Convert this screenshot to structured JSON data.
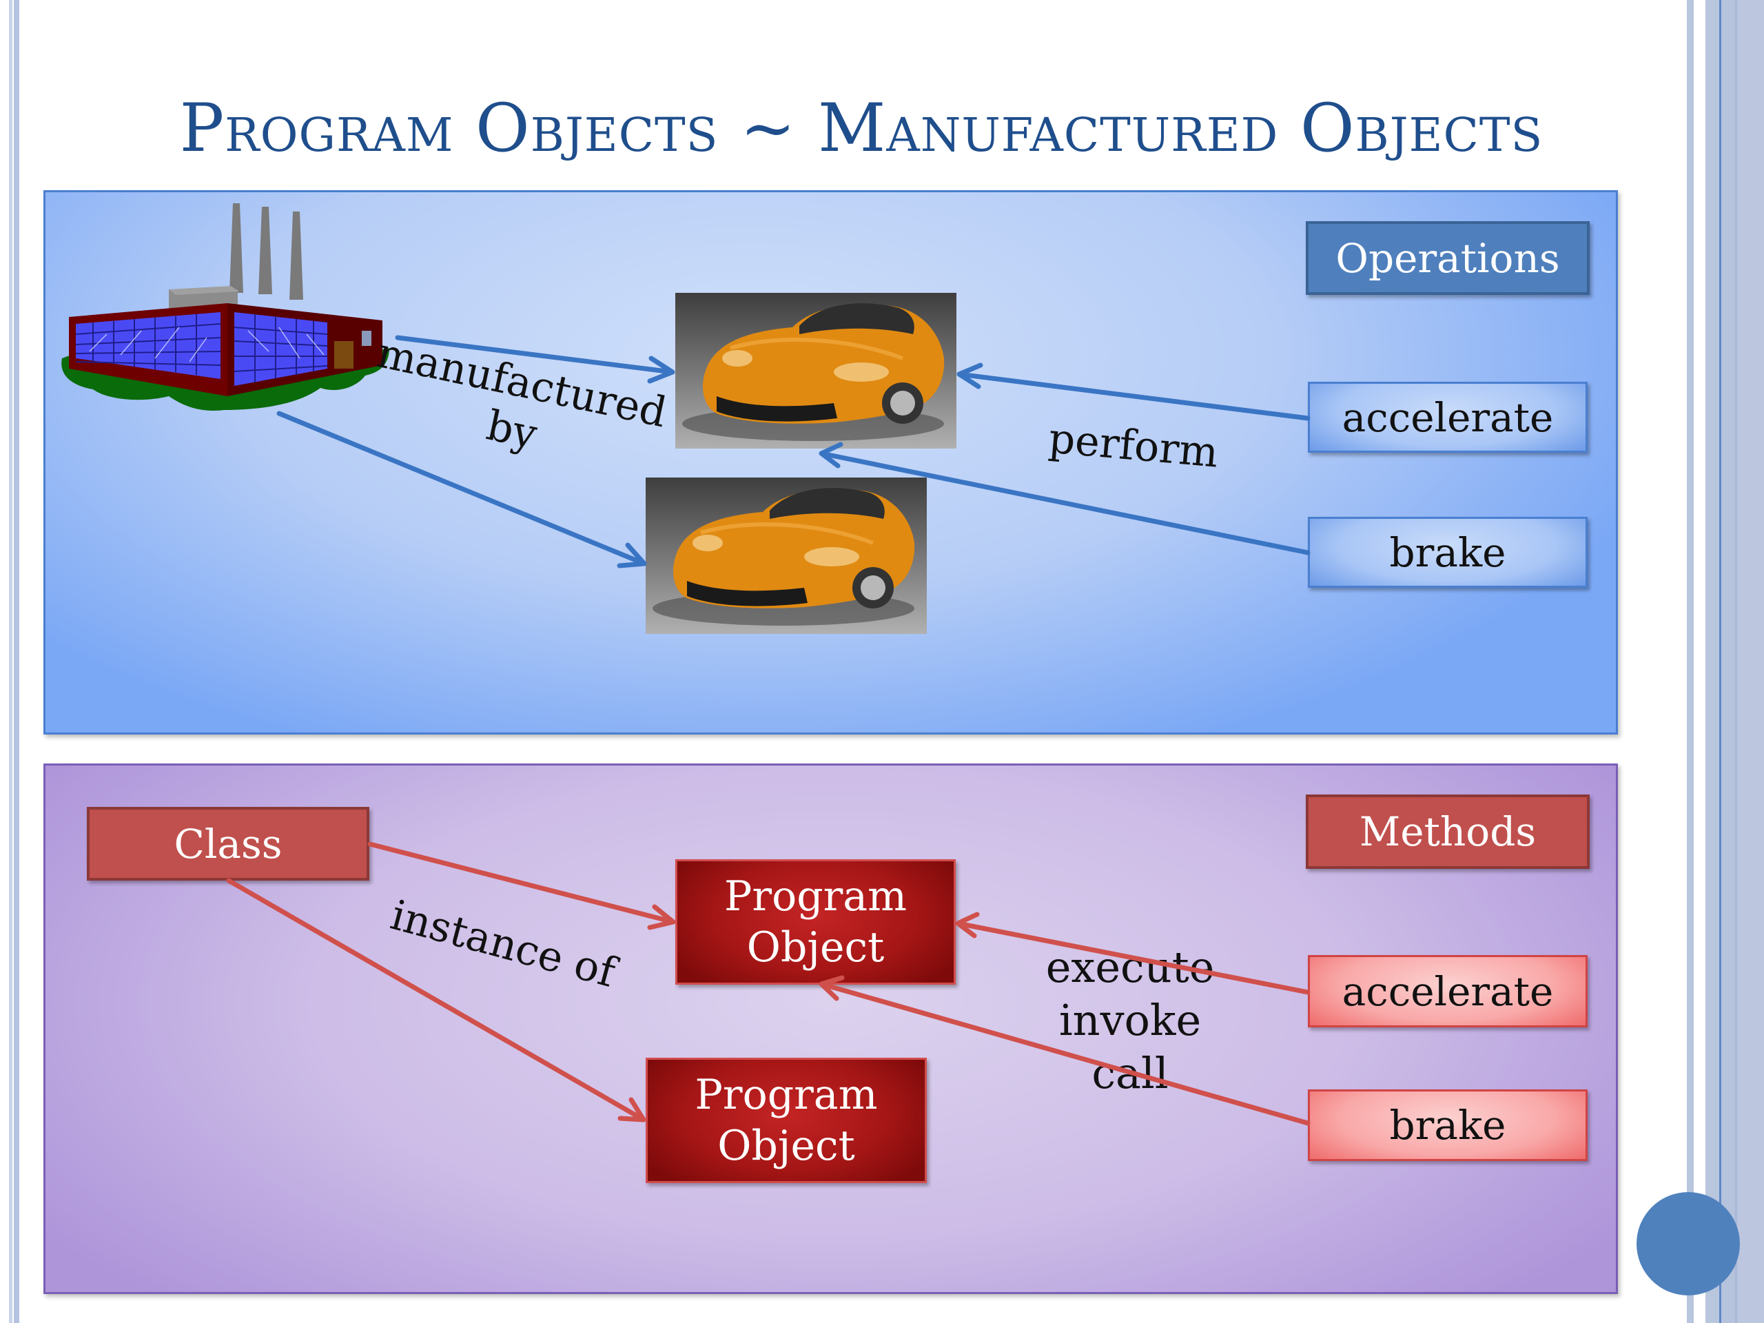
{
  "slide": {
    "title": "Program Objects ~ Manufactured Objects"
  },
  "top_panel": {
    "header": "Operations",
    "operations": [
      {
        "label": "accelerate"
      },
      {
        "label": "brake"
      }
    ],
    "factory_label": "factory",
    "car_label": "orange sports car",
    "relation_left": [
      "manufactured",
      "by"
    ],
    "relation_right": "perform"
  },
  "bottom_panel": {
    "header": "Methods",
    "class_label": "Class",
    "objects": [
      {
        "label_line1": "Program",
        "label_line2": "Object"
      },
      {
        "label_line1": "Program",
        "label_line2": "Object"
      }
    ],
    "methods": [
      {
        "label": "accelerate"
      },
      {
        "label": "brake"
      }
    ],
    "relation_left": "instance of",
    "relation_right": [
      "execute",
      "invoke",
      "call"
    ]
  },
  "colors": {
    "title": "#1f4e8c",
    "blue_arrow": "#3a75c4",
    "red_arrow": "#d0504c",
    "header_blue": "#4f80bd",
    "header_red": "#c0504d",
    "program_object": "#a61616",
    "nav_circle": "#4f81bd"
  }
}
